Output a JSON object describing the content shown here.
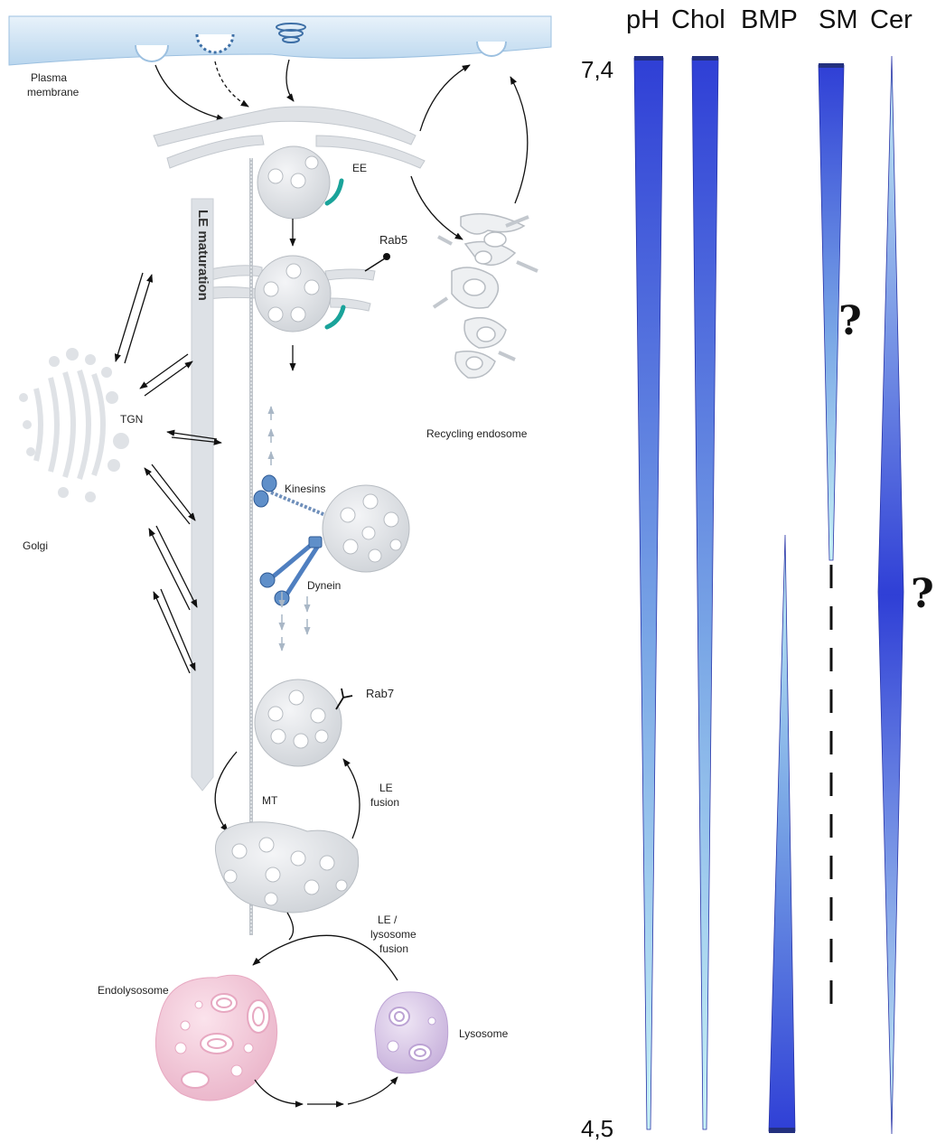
{
  "labels": {
    "plasma_membrane": [
      "Plasma",
      "membrane"
    ],
    "ee": "EE",
    "rab5": "Rab5",
    "le_maturation": "LE maturation",
    "tgn": "TGN",
    "golgi": "Golgi",
    "recycling_endosome": "Recycling endosome",
    "kinesins": "Kinesins",
    "dynein": "Dynein",
    "rab7": "Rab7",
    "mt": "MT",
    "le_fusion": [
      "LE",
      "fusion"
    ],
    "le_lysosome_fusion": [
      "LE /",
      "lysosome",
      "fusion"
    ],
    "endolysosome": "Endolysosome",
    "lysosome": "Lysosome"
  },
  "gradients": {
    "columns": [
      "pH",
      "Chol",
      "BMP",
      "SM",
      "Cer"
    ],
    "axis_top": "7,4",
    "axis_bottom": "4,5",
    "question_mark": "?"
  },
  "colors": {
    "organelle_fill": "#dfe2e6",
    "organelle_stroke": "#b7bcc2",
    "membrane": "#c9dff0",
    "teal_mark": "#1aa39a",
    "motor_blue": "#4f7fc0",
    "endolysosome_pink": "#f2c8d8",
    "lysosome_purple": "#d9c9e6",
    "gradient_dark": "#2f3fd6",
    "gradient_light": "#bff0f5"
  }
}
